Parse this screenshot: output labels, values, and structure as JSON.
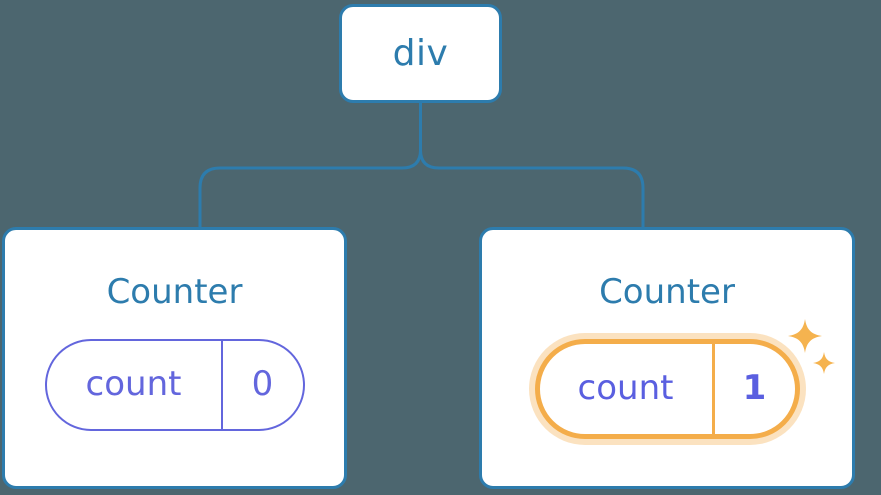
{
  "diagram": {
    "type": "component-tree",
    "background_color": "#4c666f",
    "node_border_color": "#2d7cad",
    "node_background_color": "#ffffff",
    "title_text_color": "#2d7cad",
    "pill_color": "#6366dd",
    "highlight_color": "#f4ad4a",
    "highlight_glow_color": "#fbdfb4",
    "connector_color": "#2d7cad"
  },
  "root": {
    "label": "div"
  },
  "children": [
    {
      "label": "Counter",
      "state": {
        "key": "count",
        "value": "0"
      },
      "highlighted": false
    },
    {
      "label": "Counter",
      "state": {
        "key": "count",
        "value": "1"
      },
      "highlighted": true,
      "sparkles": [
        {
          "name": "sparkle-large"
        },
        {
          "name": "sparkle-small"
        }
      ]
    }
  ]
}
